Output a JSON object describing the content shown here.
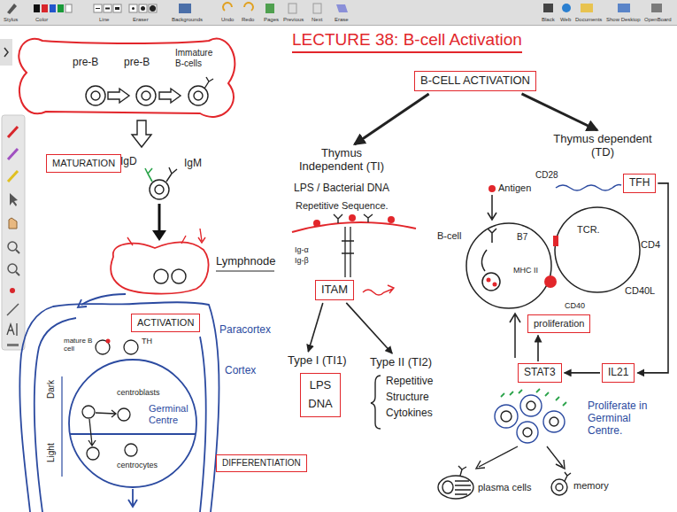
{
  "diagram": {
    "title": "LECTURE 38: B-cell Activation",
    "nodes": [
      {
        "text": [
          "B-CELL ACTIVATION"
        ]
      },
      {
        "text": [
          "Thymus Independent (TI)"
        ]
      },
      {
        "text": [
          "Thymus dependent (TD)"
        ]
      },
      {
        "text": [
          "ITAM"
        ]
      },
      {
        "text": [
          "Type I (TI1)",
          "LPS DNA"
        ]
      },
      {
        "text": [
          "Type II (TI2)",
          "Repetitive Structure Cytokines"
        ]
      },
      {
        "text": [
          "TFH"
        ]
      },
      {
        "text": [
          "IL21"
        ]
      },
      {
        "text": [
          "STAT3"
        ]
      },
      {
        "text": [
          "proliferation"
        ]
      },
      {
        "text": [
          "MATURATION"
        ]
      },
      {
        "text": [
          "ACTIVATION"
        ]
      },
      {
        "text": [
          "DIFFERENTIATION"
        ]
      }
    ],
    "edges": [
      {
        "from": 0,
        "to": 1,
        "arrow": "to"
      },
      {
        "from": 0,
        "to": 2,
        "arrow": "to"
      },
      {
        "from": 3,
        "to": 4,
        "arrow": "to"
      },
      {
        "from": 3,
        "to": 5,
        "arrow": "to"
      },
      {
        "from": 6,
        "to": 7,
        "arrow": "to"
      },
      {
        "from": 7,
        "to": 8,
        "arrow": "to"
      },
      {
        "from": 8,
        "to": 9,
        "arrow": "to"
      }
    ],
    "labels": [
      "Stylus",
      "Color",
      "Line",
      "Eraser",
      "Backgrounds",
      "Undo",
      "Redo",
      "Pages",
      "Previous",
      "Next",
      "Erase",
      "Black",
      "Web",
      "Documents",
      "Show Desktop",
      "OpenBoard",
      "pre-B",
      "pre-B",
      "Immature B-cells",
      "IgD",
      "IgM",
      "Lymphnode",
      "Paracortex",
      "Cortex",
      "mature B cell",
      "TH",
      "centroblasts",
      "Germinal Centre",
      "Dark",
      "Light",
      "centrocytes",
      "LPS / Bacterial DNA",
      "Repetitive Sequence.",
      "Ig-α",
      "Ig-β",
      "Antigen",
      "CD28",
      "B-cell",
      "B7",
      "TCR.",
      "CD4",
      "MHC II",
      "CD40L",
      "CD40",
      "Proliferate in Germinal Centre.",
      "plasma cells",
      "memory"
    ]
  }
}
